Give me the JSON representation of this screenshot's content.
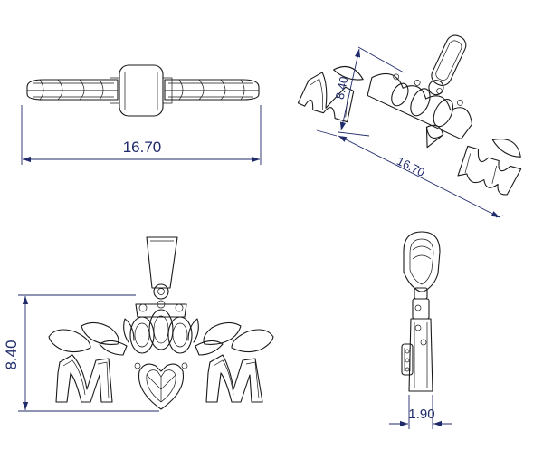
{
  "dimensions": {
    "top_width": "16.70",
    "iso_height": "8.40",
    "iso_width": "16.70",
    "front_height": "8.40",
    "side_thickness": "1.90"
  },
  "colors": {
    "dimension": "#1f2a6b",
    "drawing": "#1a1a1a"
  }
}
